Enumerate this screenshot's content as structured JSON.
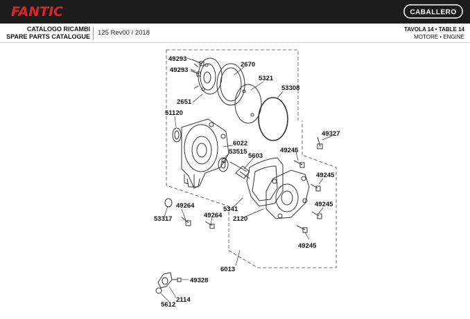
{
  "header": {
    "brand": "FANTIC",
    "model": "CABALLERO",
    "catalogue_line1": "CATALOGO RICAMBI",
    "catalogue_line2": "SPARE PARTS CATALOGUE",
    "revision": "125 Rev00 / 2018",
    "table_line1": "TAVOLA 14 • TABLE 14",
    "table_line2": "MOTORE • ENGINE"
  },
  "colors": {
    "topbar": "#1c1c1c",
    "brand_red": "#d8262b",
    "line": "#333333"
  },
  "parts": {
    "p49293a": "49293",
    "p49293b": "49293",
    "p2670": "2670",
    "p5321": "5321",
    "p53308": "53308",
    "p2651": "2651",
    "p51120": "51120",
    "p49327": "49327",
    "p6022": "6022",
    "p53515": "53515",
    "p5603": "5603",
    "p49245a": "49245",
    "p49245b": "49245",
    "p49245c": "49245",
    "p49245d": "49245",
    "p49264a": "49264",
    "p49264b": "49264",
    "p53317": "53317",
    "p5341": "5341",
    "p2120": "2120",
    "p6013": "6013",
    "p49328": "49328",
    "p2114": "2114",
    "p5612": "5612"
  }
}
